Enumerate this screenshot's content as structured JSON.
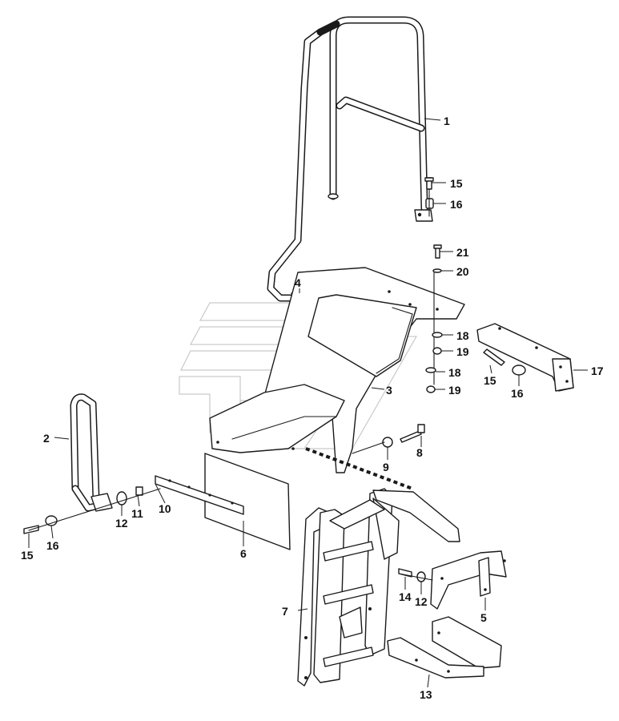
{
  "figure": {
    "callouts": [
      {
        "id": "c1",
        "label": "1"
      },
      {
        "id": "c2",
        "label": "2"
      },
      {
        "id": "c3",
        "label": "3"
      },
      {
        "id": "c4",
        "label": "4"
      },
      {
        "id": "c5",
        "label": "5"
      },
      {
        "id": "c6",
        "label": "6"
      },
      {
        "id": "c7",
        "label": "7"
      },
      {
        "id": "c8",
        "label": "8"
      },
      {
        "id": "c9",
        "label": "9"
      },
      {
        "id": "c10",
        "label": "10"
      },
      {
        "id": "c11",
        "label": "11"
      },
      {
        "id": "c12a",
        "label": "12"
      },
      {
        "id": "c12b",
        "label": "12"
      },
      {
        "id": "c13",
        "label": "13"
      },
      {
        "id": "c14",
        "label": "14"
      },
      {
        "id": "c15a",
        "label": "15"
      },
      {
        "id": "c15b",
        "label": "15"
      },
      {
        "id": "c15c",
        "label": "15"
      },
      {
        "id": "c16a",
        "label": "16"
      },
      {
        "id": "c16b",
        "label": "16"
      },
      {
        "id": "c16c",
        "label": "16"
      },
      {
        "id": "c17",
        "label": "17"
      },
      {
        "id": "c18a",
        "label": "18"
      },
      {
        "id": "c18b",
        "label": "18"
      },
      {
        "id": "c19a",
        "label": "19"
      },
      {
        "id": "c19b",
        "label": "19"
      },
      {
        "id": "c20",
        "label": "20"
      },
      {
        "id": "c21",
        "label": "21"
      }
    ]
  }
}
